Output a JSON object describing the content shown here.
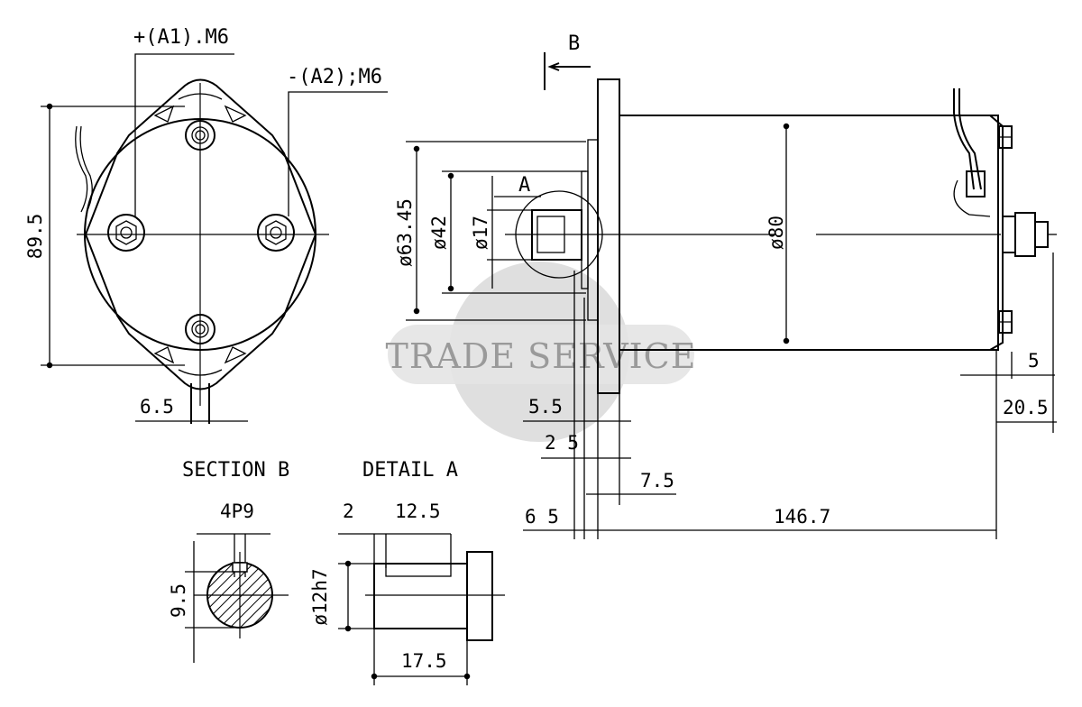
{
  "watermark": "TRADE SERVICE",
  "end_view": {
    "terminal_pos": "+(A1).M6",
    "terminal_neg": "-(A2);M6",
    "height_dim": "89.5",
    "slot_dim": "6.5"
  },
  "side_view": {
    "section_marker": "B",
    "detail_marker": "A",
    "dia_pilot": "ø63.45",
    "dia_boss": "ø42",
    "dia_bearing": "ø17",
    "dia_body": "ø80",
    "dim_5_5": "5.5",
    "dim_2_5": "2 5",
    "dim_7_5": "7.5",
    "dim_6_5": "6 5",
    "dim_length": "146.7",
    "dim_5": "5",
    "dim_20_5": "20.5"
  },
  "section_b": {
    "title": "SECTION B",
    "key_dim": "4P9",
    "height_dim": "9.5"
  },
  "detail_a": {
    "title": "DETAIL A",
    "dim_2": "2",
    "dim_12_5": "12.5",
    "shaft_dia": "ø12h7",
    "dim_17_5": "17.5"
  }
}
